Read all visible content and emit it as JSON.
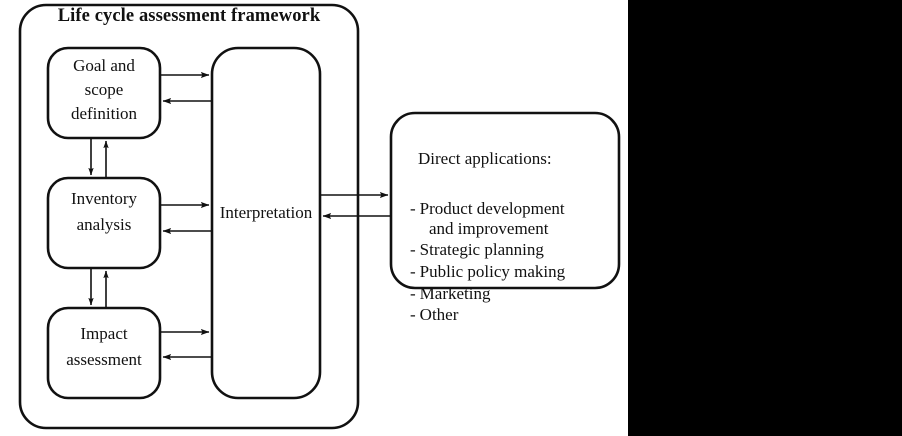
{
  "figure": {
    "type": "flow-diagram",
    "title": "Life cycle assessment framework",
    "background_color": "#ffffff",
    "stroke_color": "#111111",
    "blackout_color": "#000000"
  },
  "framework": {
    "title": "Life cycle assessment framework",
    "stages": [
      {
        "id": "goal-and-scope-definition",
        "label": "Goal and\nscope\ndefinition"
      },
      {
        "id": "inventory-analysis",
        "label": "Inventory\nanalysis"
      },
      {
        "id": "impact-assessment",
        "label": "Impact\nassessment"
      }
    ],
    "interpretation": {
      "id": "interpretation",
      "label": "Interpretation"
    }
  },
  "applications": {
    "heading": "Direct applications:",
    "bullet": "-",
    "items": [
      {
        "text": "Product development",
        "continuation": "and improvement"
      },
      {
        "text": "Strategic planning",
        "continuation": ""
      },
      {
        "text": "Public policy making",
        "continuation": ""
      },
      {
        "text": "Marketing",
        "continuation": ""
      },
      {
        "text": "Other",
        "continuation": ""
      }
    ]
  },
  "connections": [
    {
      "from": "goal-and-scope-definition",
      "to": "interpretation",
      "direction": "right"
    },
    {
      "from": "interpretation",
      "to": "goal-and-scope-definition",
      "direction": "left"
    },
    {
      "from": "goal-and-scope-definition",
      "to": "inventory-analysis",
      "direction": "down"
    },
    {
      "from": "inventory-analysis",
      "to": "goal-and-scope-definition",
      "direction": "up"
    },
    {
      "from": "inventory-analysis",
      "to": "interpretation",
      "direction": "right"
    },
    {
      "from": "interpretation",
      "to": "inventory-analysis",
      "direction": "left"
    },
    {
      "from": "inventory-analysis",
      "to": "impact-assessment",
      "direction": "down"
    },
    {
      "from": "impact-assessment",
      "to": "inventory-analysis",
      "direction": "up"
    },
    {
      "from": "impact-assessment",
      "to": "interpretation",
      "direction": "right"
    },
    {
      "from": "interpretation",
      "to": "impact-assessment",
      "direction": "left"
    },
    {
      "from": "framework",
      "to": "applications",
      "direction": "right"
    },
    {
      "from": "applications",
      "to": "framework",
      "direction": "left"
    }
  ]
}
